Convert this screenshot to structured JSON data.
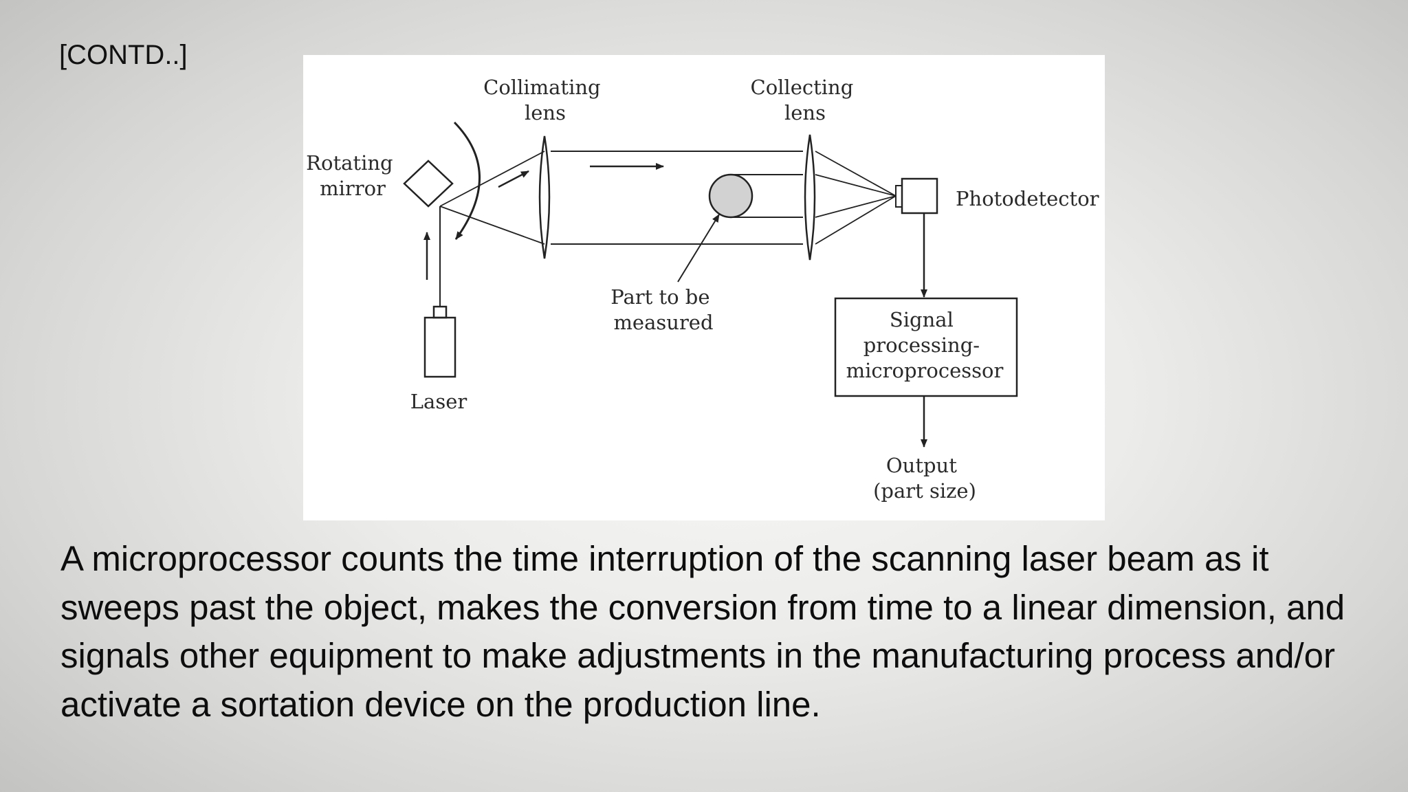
{
  "slide": {
    "label": "[CONTD..]",
    "caption": "A microprocessor counts the time interruption of the scanning laser beam as it sweeps past the object, makes the conversion from time to a linear dimension, and signals other equipment to make adjustments in the manufacturing process and/or activate a sortation device on the production line."
  },
  "diagram": {
    "collimating_lens": [
      "Collimating",
      "lens"
    ],
    "collecting_lens": [
      "Collecting",
      "lens"
    ],
    "rotating_mirror": [
      "Rotating",
      "mirror"
    ],
    "photodetector": "Photodetector",
    "part": [
      "Part to be",
      "measured"
    ],
    "laser": "Laser",
    "signal_processing": [
      "Signal",
      "processing-",
      "microprocessor"
    ],
    "output": [
      "Output",
      "(part size)"
    ]
  }
}
